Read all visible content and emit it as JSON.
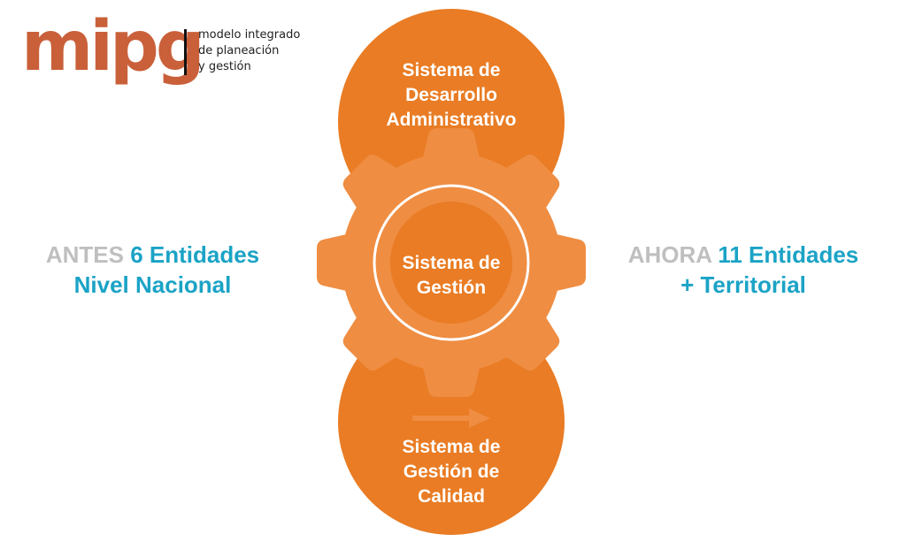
{
  "logo": {
    "word": "mipg",
    "tagline": [
      "modelo integrado",
      "de planeación",
      "y gestión"
    ]
  },
  "colors": {
    "circle": "#E97C24",
    "gear": "#EF8D42",
    "blue": "#1BA3C6",
    "gray": "#BFBFBF",
    "logo": "#C9603A"
  },
  "top_circle": {
    "lines": [
      "Sistema de",
      "Desarrollo",
      "Administrativo"
    ]
  },
  "center": {
    "lines": [
      "Sistema de",
      "Gestión"
    ]
  },
  "bottom_circle": {
    "lines": [
      "Sistema de",
      "Gestión de",
      "Calidad"
    ]
  },
  "left": {
    "prefix": "ANTES",
    "count": "6 Entidades",
    "line2": "Nivel Nacional"
  },
  "right": {
    "prefix": "AHORA",
    "count": "11 Entidades",
    "line2": "+ Territorial"
  }
}
